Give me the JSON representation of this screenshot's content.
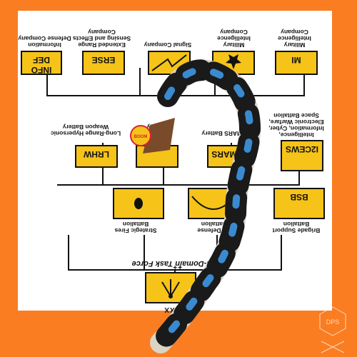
{
  "page": {
    "background": "#fa7d22",
    "panel_color": "#ffffff",
    "unit_color": "#f6c318"
  },
  "headquarters": {
    "title": "Multi-Domain Task Force",
    "echelon": "XXXX",
    "modifier": "++"
  },
  "top_row": [
    {
      "abbr": "MI",
      "label": "Military Intelligence Company"
    },
    {
      "abbr": "",
      "label": "Military Intelligence Company"
    },
    {
      "abbr": "",
      "label": "Signal Company"
    },
    {
      "abbr": "ERSE",
      "label": "Extended Range Sensing and Effects Company"
    },
    {
      "abbr": "INFO DEF",
      "label": "Information Defense Company"
    }
  ],
  "middle_row": [
    {
      "abbr": "I2CEWS",
      "label": "Intelligence, Information, Cyber, Electronic Warfare, Space Battalion"
    },
    {
      "abbr": "HIMARS",
      "label": "HIMARS Battery"
    },
    {
      "abbr": "",
      "label": "Capability Battery"
    },
    {
      "abbr": "LRHW",
      "label": "Long-Range Hypersonic Weapon Battery"
    }
  ],
  "bottom_row": [
    {
      "abbr": "",
      "label": "Strategic Fires Battalion"
    },
    {
      "abbr": "",
      "label": "Air Defense Battalion"
    },
    {
      "abbr": "BSB",
      "label": "Brigade Support Battalion"
    }
  ],
  "overlay": {
    "shape": "question-mark",
    "stamp": "BOOM",
    "watermark": "DPS"
  }
}
